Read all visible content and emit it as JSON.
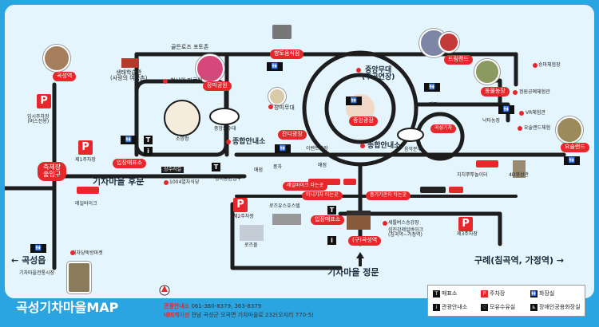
{
  "title": "곡성기차마을MAP",
  "places": {
    "gokseong_station_pin": "곡성역",
    "temp_parking": "임시주차장\n(버스전용)",
    "festival_entrance": "축제장\n출입구",
    "parking1": "제1주차장",
    "ticket1": "입장매표소",
    "rear_gate": "기차마을 후문",
    "golden_rose": "골든로즈 포토존",
    "eco_center": "생태학습관\n(사랑의 여름촌)",
    "rose_maze": "천사의 미로원",
    "rose_garden": "장미공원",
    "pavilion": "소망정",
    "music_fountain": "중앙분수대",
    "hyangdo_restaurant": "향토음식점",
    "rose_stage": "장미무대",
    "central_stage": "중앙무대\n(주공연장)",
    "central_plaza": "중앙광장",
    "grass_plaza": "잔디광장",
    "info_center_left": "종합안내소",
    "info_center_right": "종합안내소",
    "event_plaza": "이벤트광장",
    "pungcha": "풍차",
    "maejeom": "매점",
    "maejeom2": "매점",
    "rose_entry": "장미공원입구",
    "rail_bike_stop": "레일바이크 타는곳",
    "steam_train_stop": "증기기관차 타는곳",
    "mini_train_stop": "미니기차 타는곳",
    "music_fountain2": "음악분수",
    "dreamland": "드림랜드",
    "zoo": "동물농장",
    "jungwon": "정원공예체험관",
    "sunflower": "승마체험장",
    "gokseong_train": "곡성기차",
    "crafts": "VR체험관",
    "nakta": "낙타농장",
    "yosul_gallery": "요술랜드",
    "yosul_exp": "요술랜드체험",
    "train_display": "치치뿌뿌놀이터",
    "cinema4d": "4D영상관",
    "station_1004": "1004열차식당",
    "parking2": "제2주차장",
    "rose_cafe": "로즈유스호스텔",
    "rose_shop": "로즈몰",
    "ticket2": "입장매표소",
    "old_station": "(구)곡성역",
    "seomjin_rail": "섬진강레일바이크\n(침곡역~가정역)",
    "seomjin_bus": "세틀버스승강장",
    "parking3": "제3주차장",
    "rail_bike_loop": "레일바이크",
    "train_dorm": "기차당뚝방마켓",
    "local_market": "기차마을전통시장",
    "main_gate": "기차마을 정문",
    "gokseong_eup": "곡성읍",
    "gurye": "구례(침곡역, 가정역)",
    "sangsupgwan": "상수리길"
  },
  "contact": {
    "tour_label": "관광안내소",
    "tour_value": "061-360-8379, 363-8379",
    "nav_label": "네비게이션",
    "nav_value": "전남 곡성군 오곡면 기차마을로 232(오지리 770-5)"
  },
  "legend": {
    "ticket": "매표소",
    "parking": "주차장",
    "restroom": "화장실",
    "info": "관광안내소",
    "nursing": "모유수유실",
    "accessible": "장애인공용화장실"
  },
  "icons": {
    "ticket_glyph": "T",
    "info_glyph": "i",
    "parking_glyph": "P",
    "restroom_glyph": "🚻",
    "arrow_left": "←",
    "arrow_right": "→",
    "arrow_up": "↑"
  },
  "colors": {
    "frame": "#2aa5e1",
    "panel": "#e4f5fd",
    "road": "#1d1d1d",
    "accent": "#e6282c"
  }
}
